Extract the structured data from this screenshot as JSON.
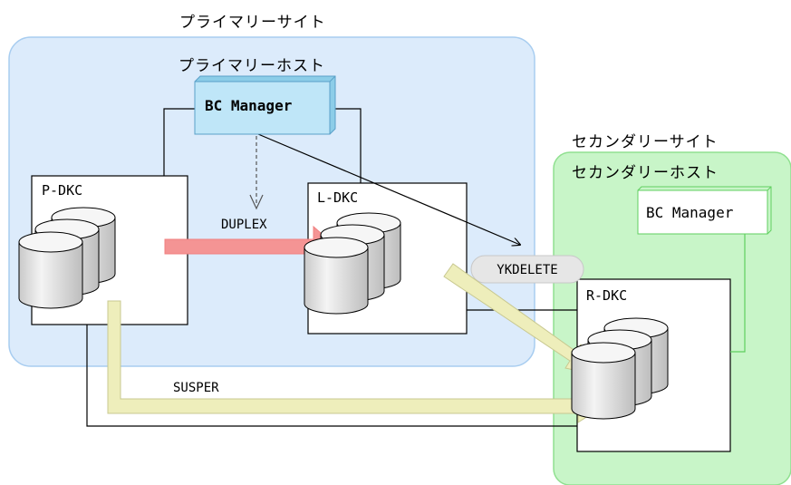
{
  "primary_site": {
    "site_label": "プライマリーサイト",
    "host_label": "プライマリーホスト",
    "bc_manager": "BC Manager"
  },
  "secondary_site": {
    "site_label": "セカンダリーサイト",
    "host_label": "セカンダリーホスト",
    "bc_manager": "BC Manager"
  },
  "storage": {
    "p_dkc": "P-DKC",
    "l_dkc": "L-DKC",
    "r_dkc": "R-DKC"
  },
  "labels": {
    "duplex": "DUPLEX",
    "ykdelete": "YKDELETE",
    "susper": "SUSPER"
  },
  "colors": {
    "primary_site_fill": "#dcebfb",
    "primary_site_border": "#a8cdf0",
    "secondary_site_fill": "#c8f5c8",
    "secondary_site_border": "#90e090",
    "bc_primary_fill": "#bfe6f8",
    "bc_secondary_fill": "#ffffff",
    "duplex_arrow": "#f49494",
    "copy_arrow": "#eeeebb",
    "ykdelete_fill": "#e6e6e6"
  }
}
